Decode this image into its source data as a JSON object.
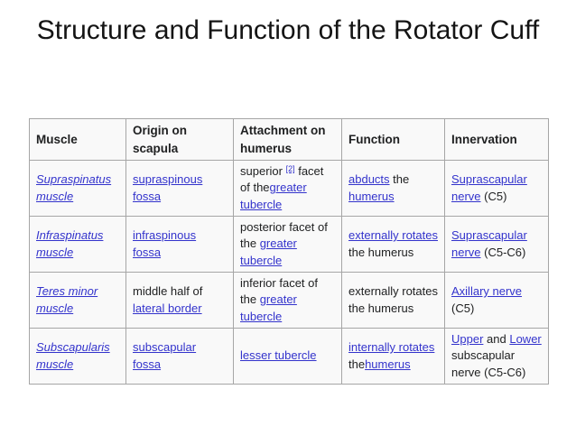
{
  "slide": {
    "title": "Structure and Function of the Rotator Cuff"
  },
  "colors": {
    "slide_background": "#ffffff",
    "title_black": "#141414",
    "text_black": "#202122",
    "link_blue": "#3333cc",
    "table_border": "#a6a6a6",
    "cell_background": "#f9f9f9"
  },
  "table": {
    "headers": [
      "Muscle",
      "Origin on scapula",
      "Attachment on humerus",
      "Function",
      "Innervation"
    ],
    "column_keys": [
      "muscle",
      "origin",
      "attachment",
      "function",
      "innervation"
    ],
    "rows": [
      {
        "muscle": [
          {
            "t": "Supraspinatus muscle",
            "link": true,
            "italic": true
          }
        ],
        "origin": [
          {
            "t": "supraspinous fossa",
            "link": true
          }
        ],
        "attachment": [
          {
            "t": "superior "
          },
          {
            "t": "[2]",
            "link": true,
            "sup": true
          },
          {
            "t": " facet of the"
          },
          {
            "t": "greater tubercle",
            "link": true
          }
        ],
        "function": [
          {
            "t": "abducts",
            "link": true
          },
          {
            "t": " the "
          },
          {
            "t": "humerus",
            "link": true
          }
        ],
        "innervation": [
          {
            "t": "Suprascapular nerve",
            "link": true
          },
          {
            "t": " (C5)"
          }
        ]
      },
      {
        "muscle": [
          {
            "t": "Infraspinatus muscle",
            "link": true,
            "italic": true
          }
        ],
        "origin": [
          {
            "t": "infraspinous fossa",
            "link": true
          }
        ],
        "attachment": [
          {
            "t": "posterior facet of the "
          },
          {
            "t": "greater tubercle",
            "link": true
          }
        ],
        "function": [
          {
            "t": "externally rotates",
            "link": true
          },
          {
            "t": " the humerus"
          }
        ],
        "innervation": [
          {
            "t": "Suprascapular nerve",
            "link": true
          },
          {
            "t": " (C5-C6)"
          }
        ]
      },
      {
        "muscle": [
          {
            "t": "Teres minor muscle",
            "link": true,
            "italic": true
          }
        ],
        "origin": [
          {
            "t": "middle half of "
          },
          {
            "t": "lateral border",
            "link": true
          }
        ],
        "attachment": [
          {
            "t": "inferior facet of the "
          },
          {
            "t": "greater tubercle",
            "link": true
          }
        ],
        "function": [
          {
            "t": "externally rotates the humerus"
          }
        ],
        "innervation": [
          {
            "t": "Axillary nerve",
            "link": true
          },
          {
            "t": " (C5)"
          }
        ]
      },
      {
        "muscle": [
          {
            "t": "Subscapularis muscle",
            "link": true,
            "italic": true
          }
        ],
        "origin": [
          {
            "t": "subscapular fossa",
            "link": true
          }
        ],
        "attachment": [
          {
            "t": "lesser tubercle",
            "link": true
          }
        ],
        "function": [
          {
            "t": "internally rotates",
            "link": true
          },
          {
            "t": " the"
          },
          {
            "t": "humerus",
            "link": true
          }
        ],
        "innervation": [
          {
            "t": "Upper",
            "link": true
          },
          {
            "t": " and "
          },
          {
            "t": "Lower",
            "link": true
          },
          {
            "t": " subscapular nerve (C5-C6)"
          }
        ]
      }
    ]
  }
}
